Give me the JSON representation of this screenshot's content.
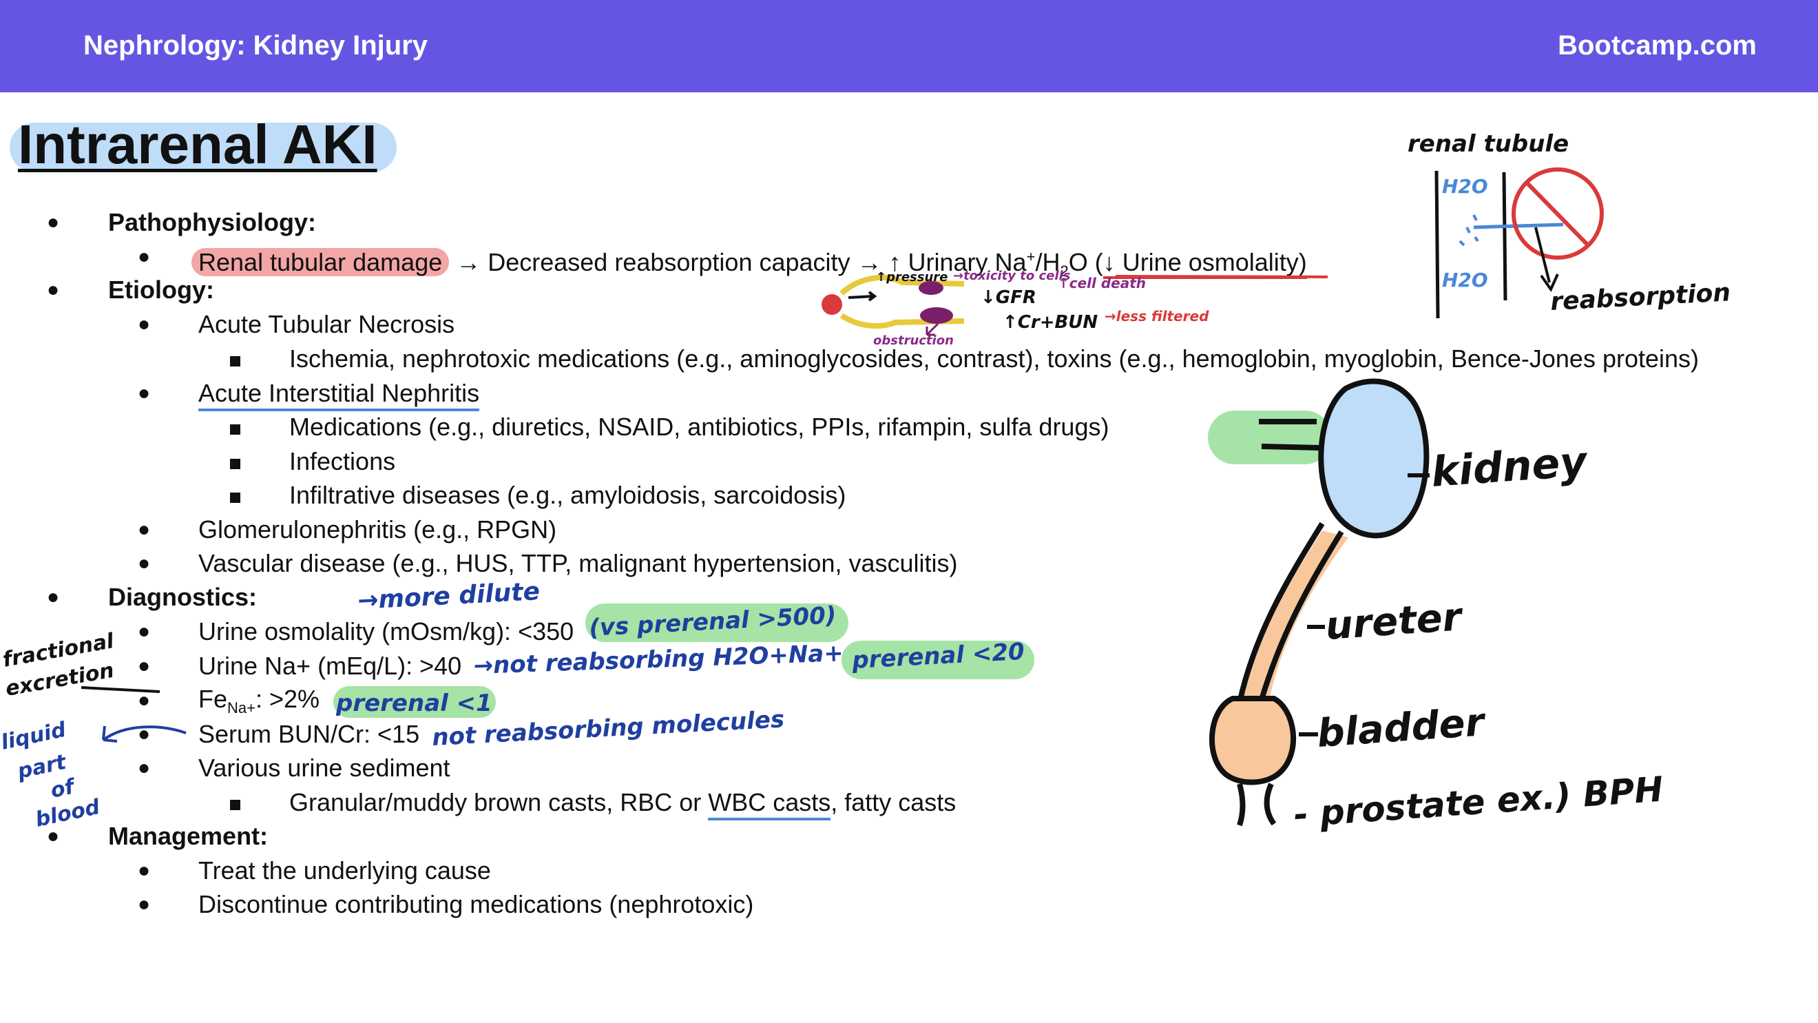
{
  "header": {
    "title": "Nephrology: Kidney Injury",
    "site": "Bootcamp.com"
  },
  "page_title": "Intrarenal AKI",
  "outline": {
    "patho_heading": "Pathophysiology:",
    "patho_hl": "Renal tubular damage",
    "patho_rest": " → Decreased reabsorption capacity → ↑ Urinary Na",
    "patho_sup": "+",
    "patho_h2o": "/H",
    "patho_sub": "2",
    "patho_o": "O (",
    "patho_urine": "↓ Urine osmolality)",
    "etiology_heading": "Etiology:",
    "atn": "Acute Tubular Necrosis",
    "atn_detail": "Ischemia, nephrotoxic medications (e.g., aminoglycosides, contrast), toxins (e.g., hemoglobin, myoglobin, Bence-Jones proteins)",
    "ain": "Acute Interstitial Nephritis",
    "ain_meds": "Medications (e.g., diuretics, NSAID, antibiotics, PPIs, rifampin, sulfa drugs)",
    "ain_infections": "Infections",
    "ain_infiltrative": "Infiltrative diseases (e.g., amyloidosis, sarcoidosis)",
    "gn": "Glomerulonephritis (e.g., RPGN)",
    "vascular": "Vascular disease (e.g., HUS, TTP, malignant hypertension, vasculitis)",
    "diagnostics_heading": "Diagnostics:",
    "urine_osm": "Urine osmolality (mOsm/kg): <350",
    "urine_na": "Urine Na+ (mEq/L): >40",
    "fena_fe": "Fe",
    "fena_sub": "Na+",
    "fena_rest": ": >2%",
    "bun_cr": "Serum BUN/Cr: <15",
    "sediment": "Various urine sediment",
    "sediment_pre": "Granular/muddy brown casts, RBC or ",
    "sediment_wbc": "WBC casts",
    "sediment_post": ", fatty casts",
    "management_heading": "Management:",
    "treat": "Treat the underlying cause",
    "discontinue": "Discontinue contributing medications (nephrotoxic)"
  },
  "annotations": {
    "more_dilute": "→more dilute",
    "vs_prerenal": "(vs prerenal >500)",
    "not_reabsorbing_h2o": "→not reabsorbing H2O+Na+",
    "prerenal_20": "prerenal <20",
    "prerenal_1": "prerenal <1",
    "not_reabsorbing_molecules": "not reabsorbing molecules",
    "fractional_excretion_1": "fractional",
    "fractional_excretion_2": "excretion",
    "liquid_1": "liquid",
    "liquid_2": "part",
    "liquid_3": "of",
    "liquid_4": "blood",
    "pressure": "↑pressure",
    "toxicity": "→toxicity to cells",
    "cell_death": "↑cell death",
    "dgfr": "↓GFR",
    "cr_bun": "↑Cr+BUN",
    "less_filtered": "→less filtered",
    "obstruction": "obstruction",
    "renal_tubule": "renal tubule",
    "h2o_top": "H2O",
    "h2o_bottom": "H2O",
    "reabsorption": "reabsorption",
    "kidney": "kidney",
    "ureter": "ureter",
    "bladder": "bladder",
    "prostate": "- prostate ex.) BPH"
  },
  "colors": {
    "header": "#6456e3",
    "ink_blue": "#1f3fa0",
    "highlight_green": "#9fe0a0",
    "kidney": "#bfdcf8",
    "ureter": "#f8c79c",
    "red": "#d93a3a",
    "purple": "#8a2a8a"
  }
}
